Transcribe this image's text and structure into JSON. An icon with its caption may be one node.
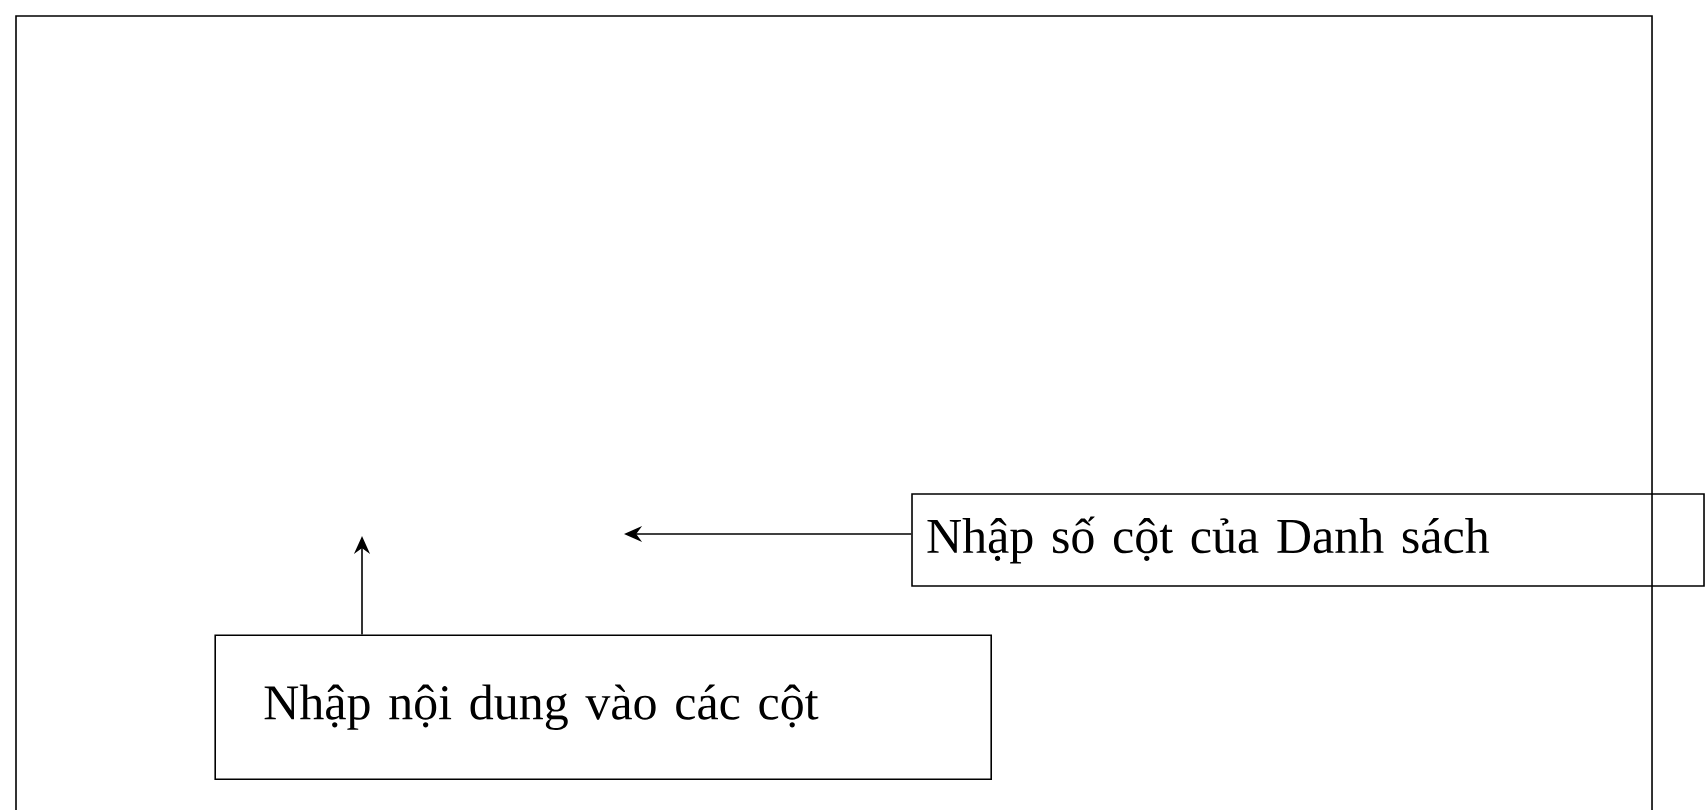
{
  "diagram": {
    "nodes": [
      {
        "text": [],
        "shape": "box"
      },
      {
        "text": [
          "Nhập số cột của Danh sách"
        ]
      },
      {
        "text": [
          "Nhập nội dung vào các cột"
        ],
        "in": 0
      }
    ],
    "edges": [
      {
        "from": 1,
        "to": null,
        "arrow": "to"
      },
      {
        "from": 2,
        "to": null,
        "arrow": "to"
      }
    ]
  }
}
